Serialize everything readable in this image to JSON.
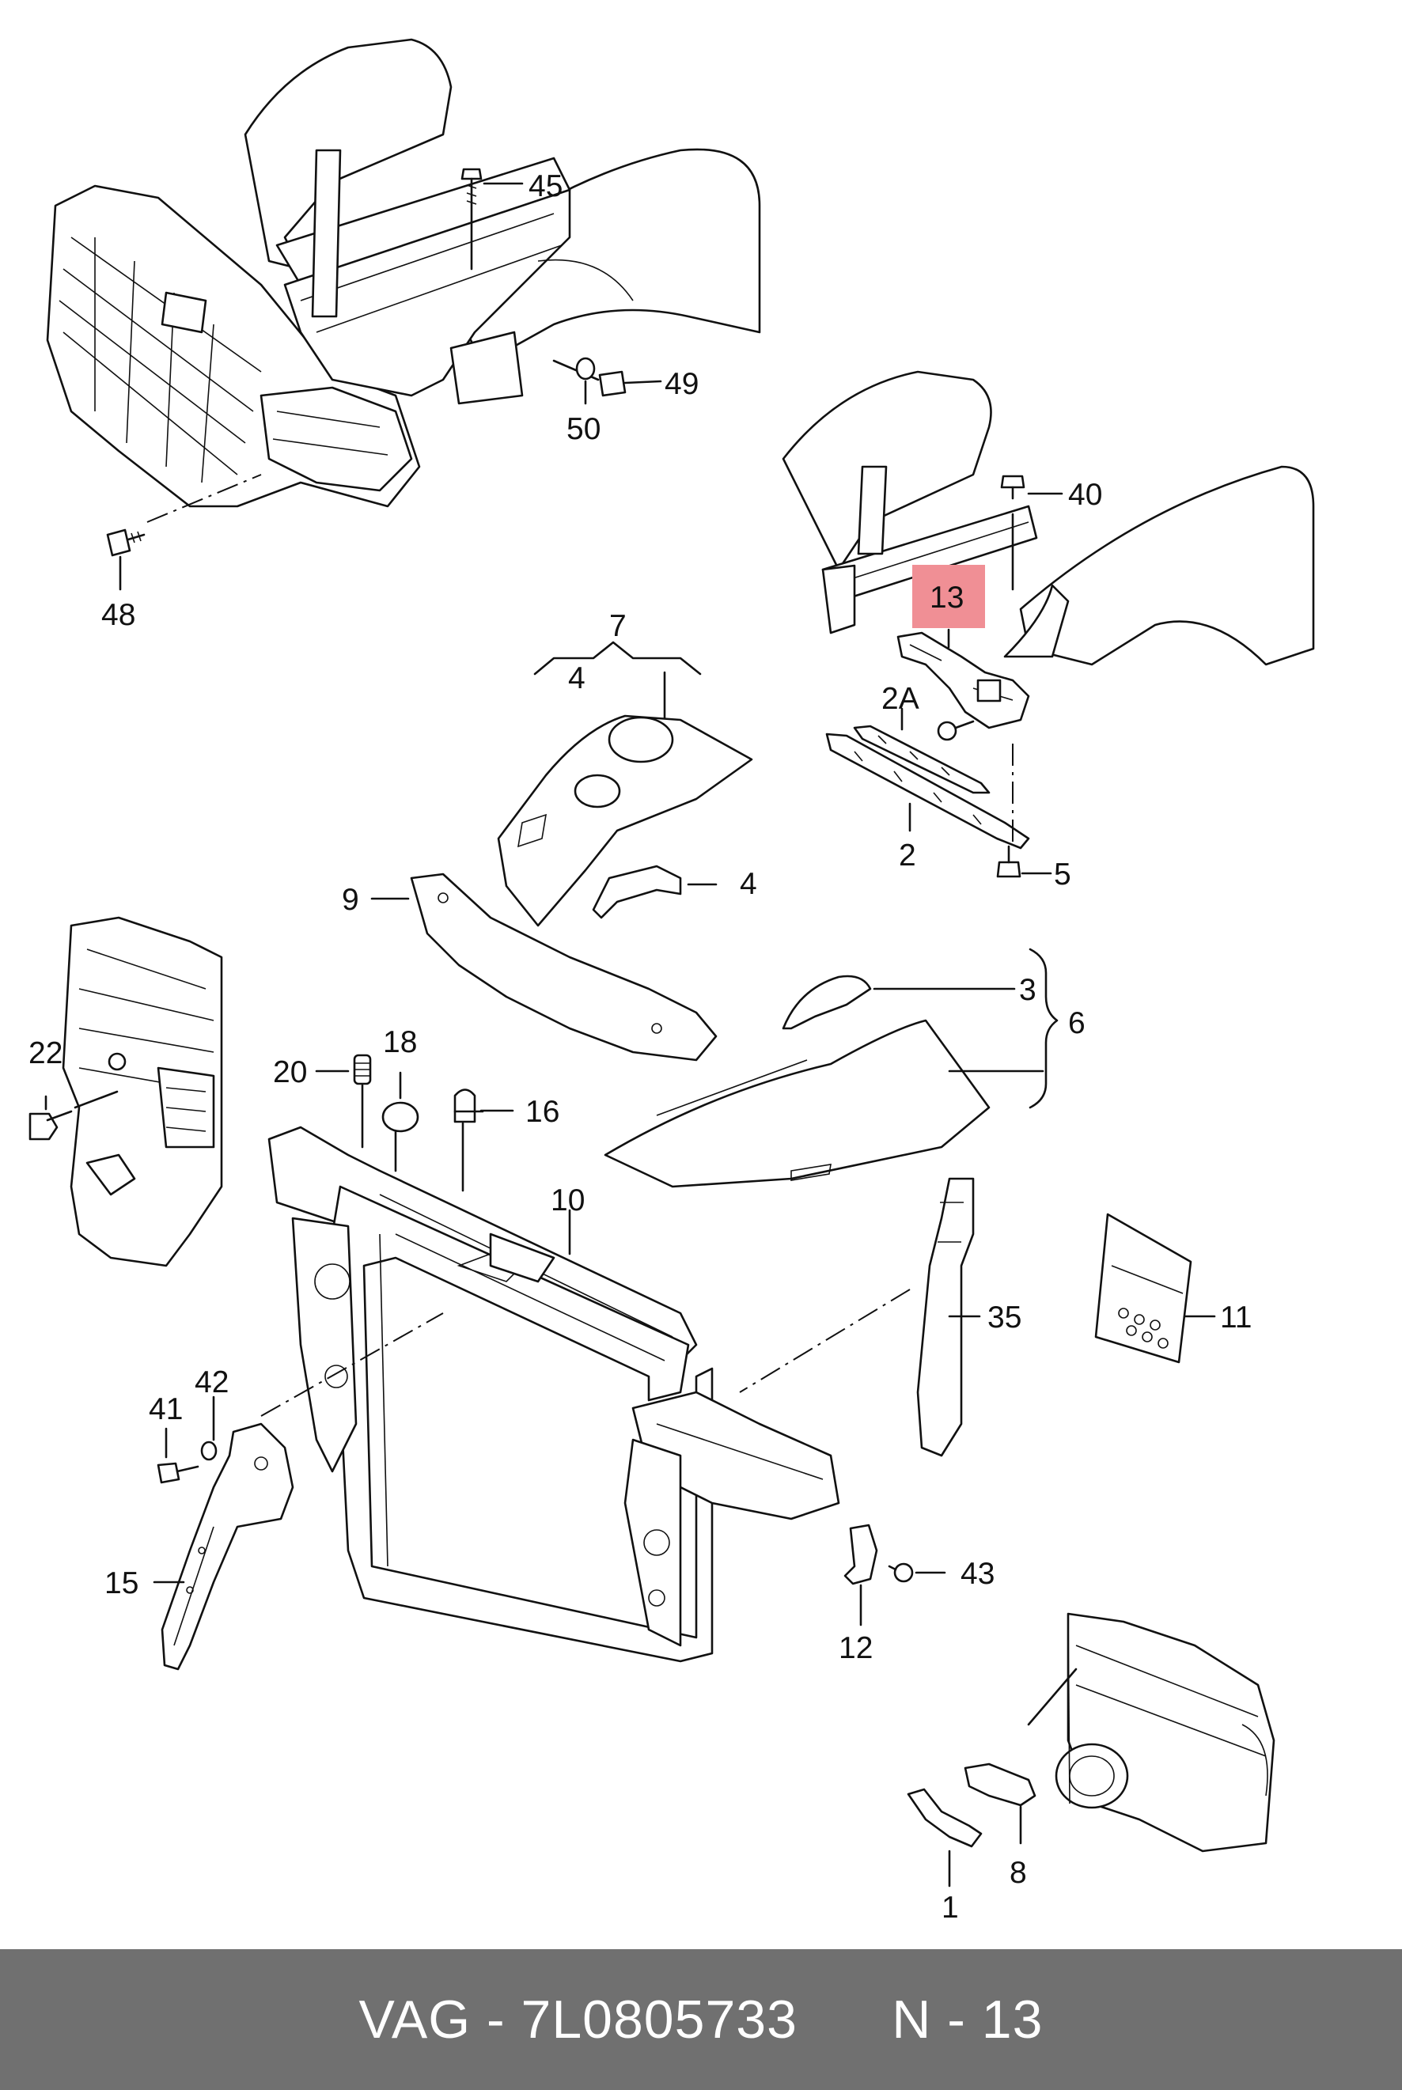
{
  "diagram": {
    "highlight_color": "#f08f95",
    "part_numbers": {
      "p45": "45",
      "p49": "49",
      "p50": "50",
      "p48": "48",
      "p40": "40",
      "p13": "13",
      "p7": "7",
      "p4a": "4",
      "p4b": "4",
      "p2A": "2A",
      "p2": "2",
      "p5": "5",
      "p9": "9",
      "p3": "3",
      "p6": "6",
      "p22": "22",
      "p20": "20",
      "p18": "18",
      "p16": "16",
      "p10": "10",
      "p35": "35",
      "p11": "11",
      "p41": "41",
      "p42": "42",
      "p15": "15",
      "p43": "43",
      "p12": "12",
      "p8": "8",
      "p1": "1"
    }
  },
  "footer": {
    "background": "#707070",
    "brand": "VAG",
    "part_code": "7L0805733",
    "position": "N - 13"
  }
}
